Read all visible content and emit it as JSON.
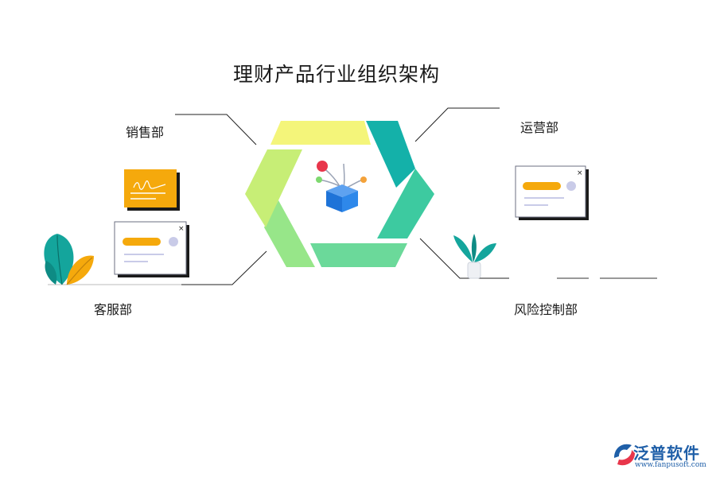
{
  "title": "理财产品行业组织架构",
  "departments": {
    "sales": "销售部",
    "operations": "运营部",
    "customer_service": "客服部",
    "risk_control": "风险控制部"
  },
  "brand": {
    "name": "泛普软件",
    "url": "www.fanpusoft.com"
  },
  "colors": {
    "seg_top": "#f4f57a",
    "seg_top_right": "#14b1a9",
    "seg_bottom_right": "#3dcaa0",
    "seg_bottom": "#6bd99a",
    "seg_bottom_left": "#97e689",
    "seg_top_left": "#c7ee76",
    "accent_orange": "#f5a90c",
    "accent_blue": "#1e73d8",
    "brand_blue": "#1f5fa8"
  },
  "icons": [
    "box-network-icon",
    "signature-card-icon",
    "window-card-icon",
    "close-icon",
    "leaf-plant-icon",
    "potted-plant-icon",
    "brand-logo-icon"
  ]
}
